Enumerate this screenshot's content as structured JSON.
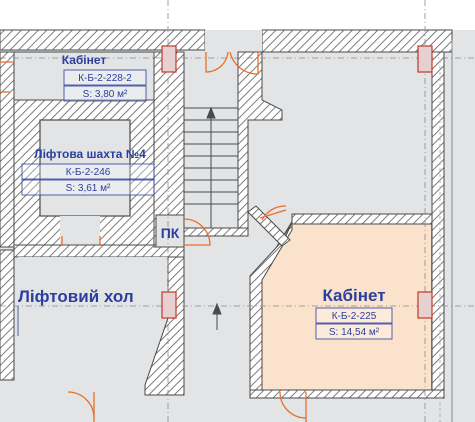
{
  "rooms": [
    {
      "name": "Кабінет",
      "code": "К-Б-2-228-2",
      "area": "S: 3,80 м²"
    },
    {
      "name": "Ліфтова шахта №4",
      "code": "К-Б-2-246",
      "area": "S: 3,61 м²"
    },
    {
      "name": "Ліфтовий хол"
    },
    {
      "name": "ПК"
    },
    {
      "name": "Кабінет",
      "code": "К-Б-2-225",
      "area": "S: 14,54 м²"
    }
  ],
  "colors": {
    "label_blue": "#2a3f9e",
    "highlight_room": "#fbe2cc",
    "floor_gray": "#e2e4e6",
    "wall": "#4a4a4a",
    "door_orange": "#e8702a",
    "column_red": "#c0392b"
  }
}
